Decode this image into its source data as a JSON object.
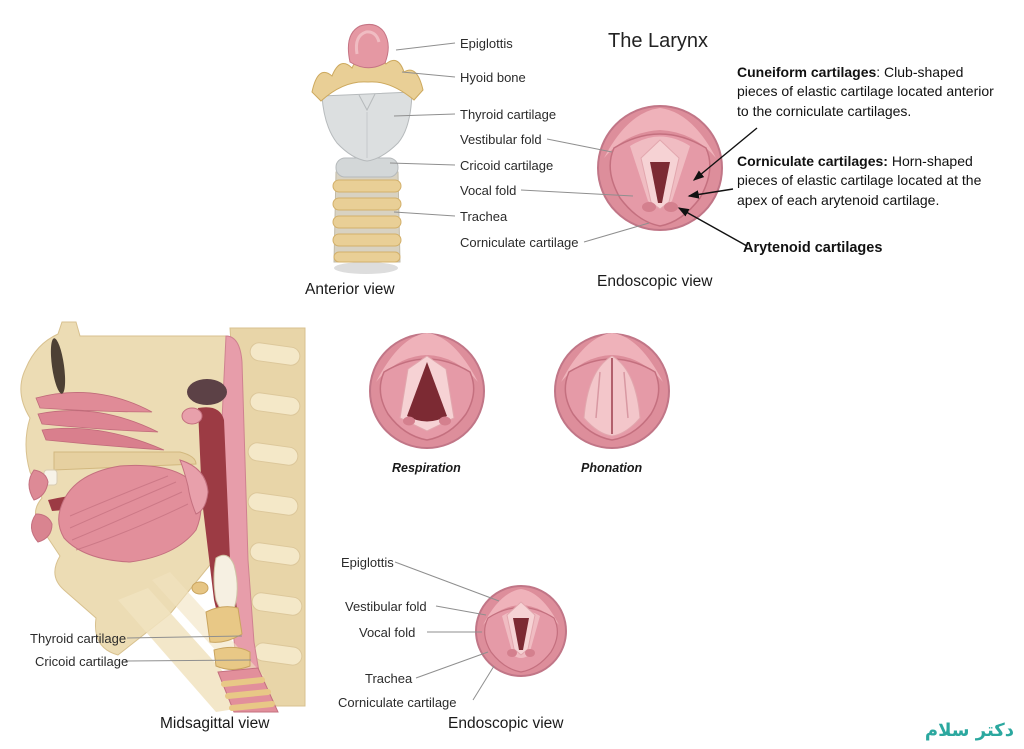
{
  "title": "The Larynx",
  "anterior": {
    "caption": "Anterior view",
    "labels": [
      "Epiglottis",
      "Hyoid bone",
      "Thyroid cartilage",
      "Vestibular fold",
      "Cricoid cartilage",
      "Vocal fold",
      "Trachea",
      "Corniculate cartilage"
    ]
  },
  "endoscopic_top": {
    "caption": "Endoscopic view"
  },
  "annotations": [
    {
      "term": "Cuneiform cartilages",
      "desc": ": Club-shaped pieces of elastic cartilage located anterior to the corniculate cartilages."
    },
    {
      "term": "Corniculate cartilages:",
      "desc": " Horn-shaped pieces of elastic cartilage located at the apex of each arytenoid cartilage."
    },
    {
      "term": "Arytenoid cartilages",
      "desc": ""
    }
  ],
  "states": {
    "respiration": "Respiration",
    "phonation": "Phonation"
  },
  "midsagittal": {
    "caption": "Midsagittal view",
    "labels": [
      "Thyroid cartilage",
      "Cricoid cartilage"
    ]
  },
  "endoscopic_bottom": {
    "caption": "Endoscopic view",
    "labels": [
      "Epiglottis",
      "Vestibular fold",
      "Vocal fold",
      "Trachea",
      "Corniculate cartilage"
    ]
  },
  "watermark": "دکتر سلام",
  "colors": {
    "mucosa_pink": "#dd8e9b",
    "fold_light_pink": "#f6d2d4",
    "glottis_dark_red": "#7c2a33",
    "cartilage_tan": "#e8cc92",
    "cartilage_gray": "#dcdfe0",
    "bone_beige": "#ecdcb4",
    "watermark_teal": "#2ba89f"
  }
}
